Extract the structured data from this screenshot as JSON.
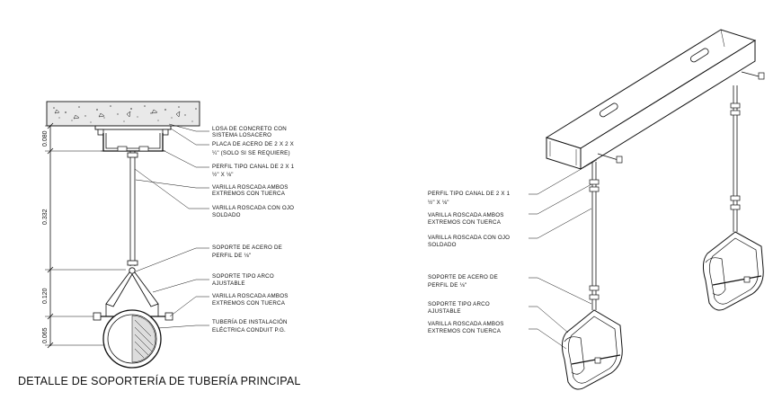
{
  "title": "DETALLE DE SOPORTERÍA DE TUBERÍA PRINCIPAL",
  "dimensions": [
    "0.080",
    "0.332",
    "0.120",
    "0.065"
  ],
  "left_labels": {
    "losa": [
      "LOSA DE CONCRETO CON",
      "SISTEMA LOSACERO"
    ],
    "placa": [
      "PLACA DE ACERO DE 2 X 2 X",
      "¼\" (SOLO SI SE REQUIERE)"
    ],
    "perfil_canal": [
      "PERFIL TIPO CANAL DE 2 X 1",
      "½\" X ⅛\""
    ],
    "varilla_ambos_1": [
      "VARILLA ROSCADA AMBOS",
      "EXTREMOS CON TUERCA"
    ],
    "varilla_ojo": [
      "VARILLA ROSCADA CON OJO",
      "SOLDADO"
    ],
    "soporte_perfil": [
      "SOPORTE DE ACERO DE",
      "PERFIL DE ⅛\""
    ],
    "soporte_arco": [
      "SOPORTE TIPO ARCO",
      "AJUSTABLE"
    ],
    "varilla_ambos_2": [
      "VARILLA ROSCADA AMBOS",
      "EXTREMOS CON TUERCA"
    ],
    "tuberia": [
      "TUBERÍA DE INSTALACIÓN",
      "ELÉCTRICA CONDUIT P.G."
    ]
  },
  "right_labels": {
    "perfil_canal": [
      "PERFIL TIPO CANAL DE 2 X 1",
      "½\" X ⅛\""
    ],
    "varilla_ambos_1": [
      "VARILLA ROSCADA AMBOS",
      "EXTREMOS CON TUERCA"
    ],
    "varilla_ojo": [
      "VARILLA ROSCADA CON OJO",
      "SOLDADO"
    ],
    "soporte_perfil": [
      "SOPORTE DE ACERO DE",
      "PERFIL DE ⅛\""
    ],
    "soporte_arco": [
      "SOPORTE TIPO ARCO",
      "AJUSTABLE"
    ],
    "varilla_ambos_2": [
      "VARILLA ROSCADA AMBOS",
      "EXTREMOS CON TUERCA"
    ]
  }
}
